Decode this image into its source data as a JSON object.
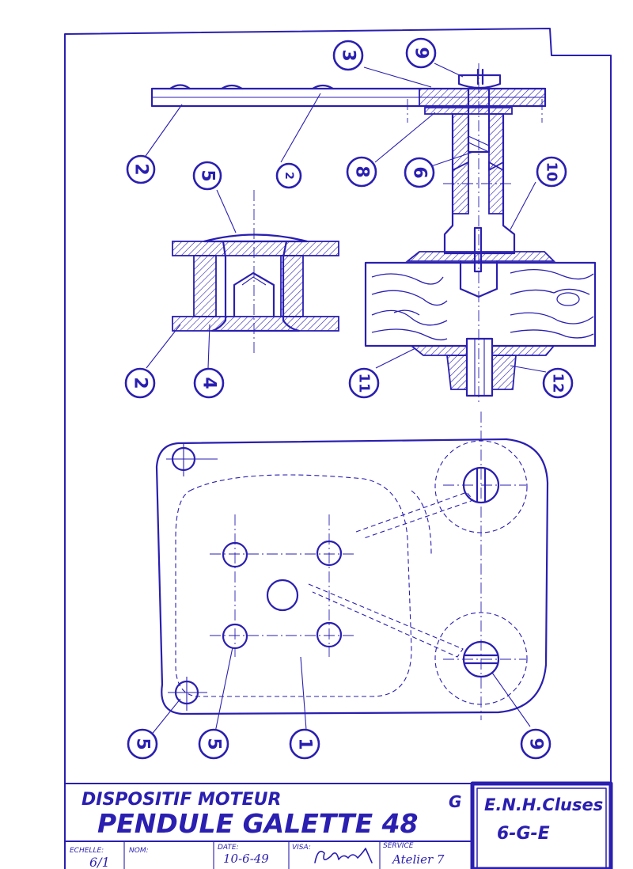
{
  "balloons": [
    "2",
    "5",
    "3",
    "9",
    "8",
    "6",
    "10",
    "2",
    "4",
    "11",
    "12",
    "5",
    "5",
    "1",
    "9"
  ],
  "title_block": {
    "line1": "DISPOSITIF MOTEUR",
    "line2": "PENDULE GALETTE 48",
    "format_letter": "G",
    "school": "E.N.H.Cluses",
    "drawing_number": "6-G-E",
    "fields": {
      "scale_label": "ECHELLE:",
      "scale_value": "6/1",
      "name_label": "NOM:",
      "name_value": "",
      "date_label": "DATE:",
      "date_value": "10-6-49",
      "visa_label": "VISA:",
      "service_label": "SERVICE",
      "service_value": "Atelier 7"
    }
  },
  "colors": {
    "ink": "#2a1fb0",
    "paper": "#ffffff"
  }
}
